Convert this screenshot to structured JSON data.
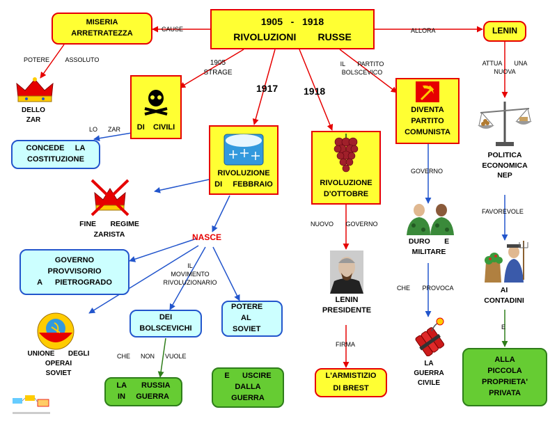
{
  "title": {
    "years": "1905   -   1918",
    "name": "RIVOLUZIONI        RUSSE"
  },
  "nodes": {
    "miseria": [
      "MISERIA",
      "ARRETRATEZZA"
    ],
    "dello_zar": [
      "DELLO",
      "ZAR"
    ],
    "di_civili": "DI    CIVILI",
    "concede": [
      "CONCEDE     LA",
      "COSTITUZIONE"
    ],
    "rivoluzione_febbraio": [
      "RIVOLUZIONE",
      "DI     FEBBRAIO"
    ],
    "fine_regime": [
      "FINE       REGIME",
      "ZARISTA"
    ],
    "nasce": "NASCE",
    "governo_provvisorio": [
      "GOVERNO",
      "PROVVISORIO",
      "A      PIETROGRADO"
    ],
    "unione": [
      "UNIONE       DEGLI",
      "OPERAI",
      "SOVIET"
    ],
    "dei_bolscevichi": [
      "DEI",
      "BOLSCEVICHI"
    ],
    "potere_al_soviet": [
      "POTERE",
      "AL",
      "SOVIET"
    ],
    "russia_in_guerra": [
      "LA       RUSSIA",
      "IN     GUERRA"
    ],
    "uscire_guerra": [
      "E      USCIRE",
      "DALLA",
      "GUERRA"
    ],
    "rivoluzione_ottobre": [
      "RIVOLUZIONE",
      "D'OTTOBRE"
    ],
    "lenin_presidente": [
      "LENIN",
      "PRESIDENTE"
    ],
    "armistizio": "L'ARMISTIZIO     DI     BREST",
    "partito_comunista": [
      "DIVENTA",
      "PARTITO",
      "COMUNISTA"
    ],
    "duro_militare": [
      "DURO       E",
      "MILITARE"
    ],
    "guerra_civile": [
      "LA",
      "GUERRA",
      "CIVILE"
    ],
    "lenin": "LENIN",
    "nep": [
      "POLITICA",
      "ECONOMICA",
      "NEP"
    ],
    "contadini": [
      "AI",
      "CONTADINI"
    ],
    "piccola_proprieta": [
      "ALLA",
      "PICCOLA",
      "PROPRIETA'",
      "PRIVATA"
    ]
  },
  "edge_labels": {
    "cause": "CAUSE",
    "allora": "ALLORA",
    "potere_assoluto": [
      "POTERE",
      "ASSOLUTO"
    ],
    "strage_1905": [
      "1905",
      "STRAGE"
    ],
    "y1917": "1917",
    "y1918": "1918",
    "il_partito": [
      "IL       PARTITO",
      "BOLSCEVICO"
    ],
    "lo_zar": "LO      ZAR",
    "attua": [
      "ATTUA       UNA",
      "NUOVA"
    ],
    "il_movimento": [
      "IL",
      "MOVIMENTO",
      "RIVOLUZIONARIO"
    ],
    "nuovo_governo": "NUOVO       GOVERNO",
    "governo": "GOVERNO",
    "favorevole": "FAVOREVOLE",
    "che_provoca": "CHE       PROVOCA",
    "e": "E",
    "firma": "FIRMA",
    "che_non_vuole": "CHE      NON      VUOLE"
  },
  "colors": {
    "yellow": "#ffff33",
    "red": "#e60000",
    "blue": "#2255cc",
    "cyan": "#ccffff",
    "green": "#66cc33"
  },
  "icons": [
    "crown-icon",
    "skull-crossbones-icon",
    "snowflake-icon",
    "crossed-crown-icon",
    "ussr-emblem-icon",
    "grapes-icon",
    "lenin-portrait-icon",
    "hammer-sickle-icon",
    "soldiers-icon",
    "dynamite-icon",
    "balance-scale-icon",
    "farmer-icon",
    "mappe-logo-icon"
  ]
}
